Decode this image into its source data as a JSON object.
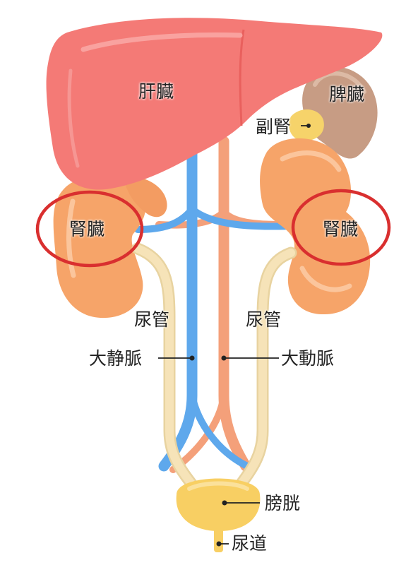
{
  "labels": {
    "liver": "肝臓",
    "spleen": "脾臓",
    "adrenal": "副腎",
    "kidney_left": "腎臓",
    "kidney_right": "腎臓",
    "ureter_left": "尿管",
    "ureter_right": "尿管",
    "vena_cava": "大静脈",
    "aorta": "大動脈",
    "bladder": "膀胱",
    "urethra": "尿道"
  },
  "colors": {
    "liver": "#f47a76",
    "spleen": "#c79c84",
    "adrenal": "#f6d36a",
    "kidney": "#f6a469",
    "ureter": "#f6e3b8",
    "vena_cava": "#5ea8ec",
    "aorta": "#f4a07a",
    "bladder": "#f8cf63",
    "highlight_circle": "#d92f2f"
  }
}
